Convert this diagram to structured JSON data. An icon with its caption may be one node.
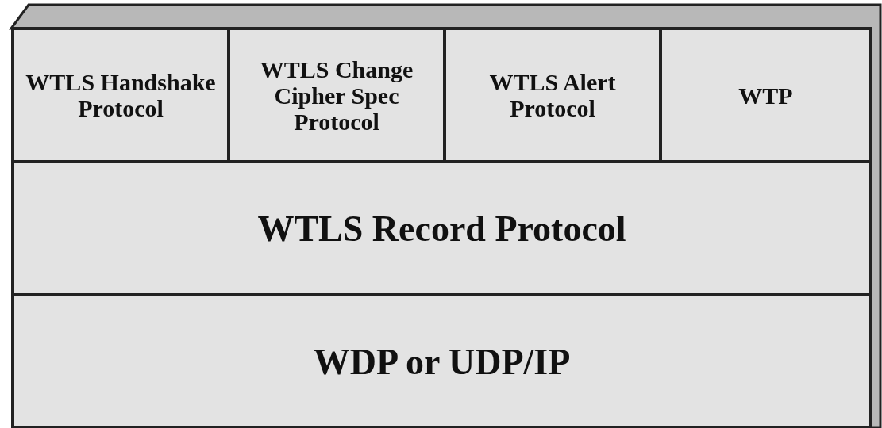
{
  "diagram": {
    "nodes": [
      {
        "text": [
          "WTLS Handshake Protocol"
        ]
      },
      {
        "text": [
          "WTLS Change Cipher Spec Protocol"
        ]
      },
      {
        "text": [
          "WTLS Alert Protocol"
        ]
      },
      {
        "text": [
          "WTP"
        ]
      },
      {
        "text": [
          "WTLS Record Protocol"
        ]
      },
      {
        "text": [
          "WDP or UDP/IP"
        ]
      }
    ]
  }
}
